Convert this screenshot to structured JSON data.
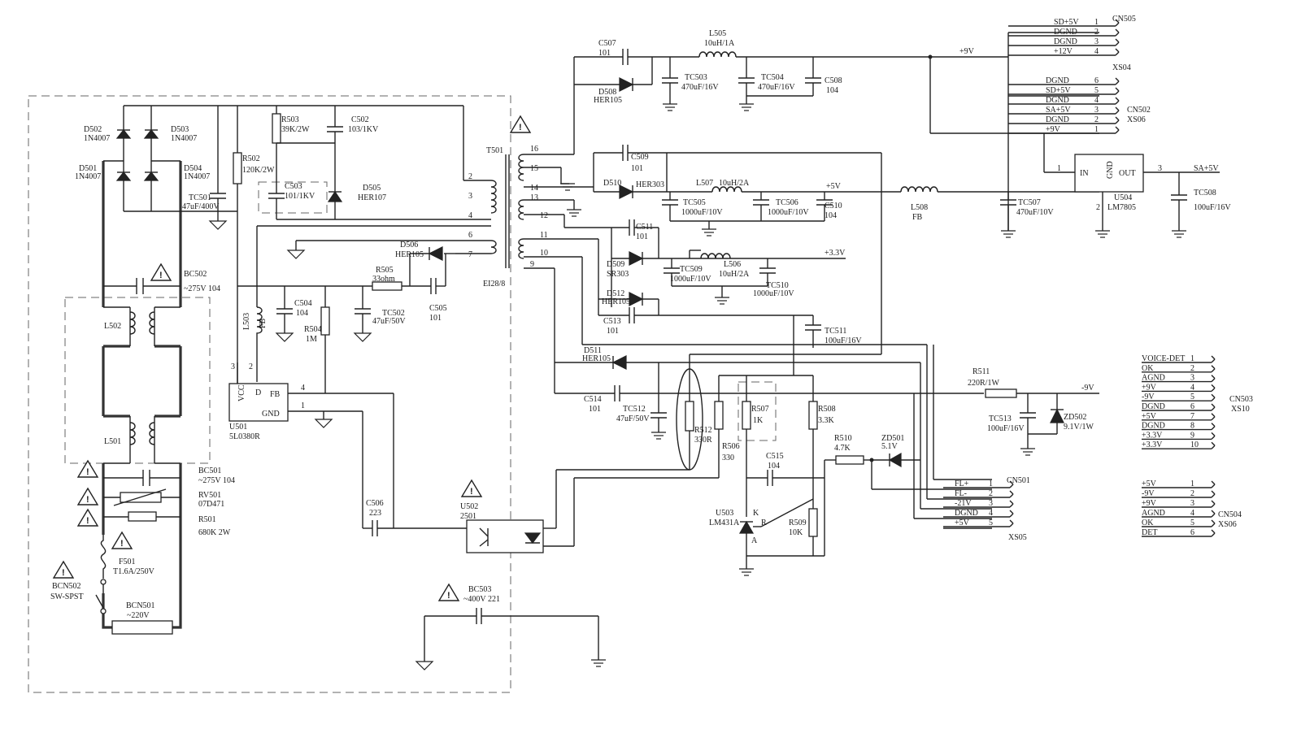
{
  "power_input": {
    "d501": "D501",
    "d501_part": "1N4007",
    "d502": "D502",
    "d502_part": "1N4007",
    "d503": "D503",
    "d503_part": "1N4007",
    "d504": "D504",
    "d504_part": "1N4007",
    "tc501": "TC501",
    "tc501_val": "47uF/400V",
    "bc502": "BC502",
    "bc502_val": "~275V 104",
    "l502": "L502",
    "l501": "L501",
    "bc501": "BC501",
    "bc501_val": "~275V 104",
    "rv501": "RV501",
    "rv501_val": "07D471",
    "r501": "R501",
    "r501_val": "680K 2W",
    "f501": "F501",
    "f501_val": "T1.6A/250V",
    "bcn502": "BCN502",
    "bcn502_val": "SW-SPST",
    "bcn501": "BCN501",
    "bcn501_val": "~220V"
  },
  "primary": {
    "r502": "R502",
    "r502_val": "120K/2W",
    "r503": "R503",
    "r503_val": "39K/2W",
    "c502": "C502",
    "c502_val": "103/1KV",
    "c503": "C503",
    "c503_val": "101/1KV",
    "d505": "D505",
    "d505_part": "HER107",
    "d506": "D506",
    "d506_part": "HER105",
    "r505": "R505",
    "r505_val": "33ohm",
    "c505": "C505",
    "c505_val": "101",
    "c504": "C504",
    "c504_val": "104",
    "r504": "R504",
    "r504_val": "1M",
    "tc502": "TC502",
    "tc502_val": "47uF/50V",
    "l503": "L503",
    "l503_val": "FB",
    "u501": "U501",
    "u501_part": "5L0380R",
    "u501_vcc": "VCC",
    "u501_d": "D",
    "u501_fb": "FB",
    "u501_gnd": "GND",
    "pin3": "3",
    "pin2": "2",
    "pin4": "4",
    "pin1": "1",
    "c506": "C506",
    "c506_val": "223",
    "u502": "U502",
    "u502_part": "2501",
    "bc503": "BC503",
    "bc503_val": "~400V 221"
  },
  "transformer": {
    "ref": "T501",
    "core": "EI28/8",
    "pins": [
      "2",
      "3",
      "4",
      "6",
      "7",
      "16",
      "15",
      "14",
      "13",
      "12",
      "11",
      "10",
      "9"
    ]
  },
  "secondary": {
    "c507": "C507",
    "c507_val": "101",
    "d508": "D508",
    "d508_part": "HER105",
    "l505": "L505",
    "l505_val": "10uH/1A",
    "tc503": "TC503",
    "tc503_val": "470uF/16V",
    "tc504": "TC504",
    "tc504_val": "470uF/16V",
    "c508": "C508",
    "c508_val": "104",
    "rail_9v": "+9V",
    "c509": "C509",
    "c509_val": "101",
    "d510": "D510",
    "d510_part": "HER303",
    "l507": "L507",
    "l507_val": "10uH/2A",
    "rail_5v": "+5V",
    "tc505": "TC505",
    "tc505_val": "1000uF/10V",
    "tc506": "TC506",
    "tc506_val": "1000uF/10V",
    "c510": "C510",
    "c510_val": "104",
    "l508": "L508",
    "l508_val": "FB",
    "tc507": "TC507",
    "tc507_val": "470uF/10V",
    "c511": "C511",
    "c511_val": "101",
    "d509": "D509",
    "d509_part": "SR303",
    "tc509": "TC509",
    "tc509_val": "1000uF/10V",
    "l506": "L506",
    "l506_val": "10uH/2A",
    "tc510": "TC510",
    "tc510_val": "1000uF/10V",
    "rail_33v": "+3.3V",
    "d512": "D512",
    "d512_part": "HER105",
    "c513": "C513",
    "c513_val": "101",
    "tc511": "TC511",
    "tc511_val": "100uF/16V",
    "d511": "D511",
    "d511_part": "HER105",
    "c514": "C514",
    "c514_val": "101",
    "tc512": "TC512",
    "tc512_val": "47uF/50V",
    "r512": "R512",
    "r512_val": "330R",
    "r506": "R506",
    "r506_val": "330",
    "r507": "R507",
    "r507_val": "1K",
    "r508": "R508",
    "r508_val": "3.3K",
    "c515": "C515",
    "c515_val": "104",
    "u503": "U503",
    "u503_part": "LM431A",
    "u503_k": "K",
    "u503_r": "R",
    "u503_a": "A",
    "r509": "R509",
    "r509_val": "10K",
    "r510": "R510",
    "r510_val": "4.7K",
    "zd501": "ZD501",
    "zd501_val": "5.1V",
    "r511": "R511",
    "r511_val": "220R/1W",
    "rail_n9v": "-9V",
    "tc513": "TC513",
    "tc513_val": "100uF/16V",
    "zd502": "ZD502",
    "zd502_val": "9.1V/1W",
    "u504": "U504",
    "u504_part": "LM7805",
    "u504_in": "IN",
    "u504_gnd": "GND",
    "u504_out": "OUT",
    "u504_pin1": "1",
    "u504_pin2": "2",
    "u504_pin3": "3",
    "rail_sa5v": "SA+5V",
    "tc508": "TC508",
    "tc508_val": "100uF/16V"
  },
  "connectors": {
    "cn505": {
      "ref": "CN505",
      "alt": "XS04",
      "pins": [
        {
          "label": "SD+5V",
          "num": "1"
        },
        {
          "label": "DGND",
          "num": "2"
        },
        {
          "label": "DGND",
          "num": "3"
        },
        {
          "label": "+12V",
          "num": "4"
        }
      ]
    },
    "cn502": {
      "ref": "CN502",
      "alt": "XS06",
      "pins": [
        {
          "label": "DGND",
          "num": "6"
        },
        {
          "label": "SD+5V",
          "num": "5"
        },
        {
          "label": "DGND",
          "num": "4"
        },
        {
          "label": "SA+5V",
          "num": "3"
        },
        {
          "label": "DGND",
          "num": "2"
        },
        {
          "label": "+9V",
          "num": "1"
        }
      ]
    },
    "cn503": {
      "ref": "CN503",
      "alt": "XS10",
      "pins": [
        {
          "label": "VOICE-DET",
          "num": "1"
        },
        {
          "label": "OK",
          "num": "2"
        },
        {
          "label": "AGND",
          "num": "3"
        },
        {
          "label": "+9V",
          "num": "4"
        },
        {
          "label": "-9V",
          "num": "5"
        },
        {
          "label": "DGND",
          "num": "6"
        },
        {
          "label": "+5V",
          "num": "7"
        },
        {
          "label": "DGND",
          "num": "8"
        },
        {
          "label": "+3.3V",
          "num": "9"
        },
        {
          "label": "+3.3V",
          "num": "10"
        }
      ]
    },
    "cn501": {
      "ref": "CN501",
      "alt": "XS05",
      "pins": [
        {
          "label": "FL+",
          "num": "1"
        },
        {
          "label": "FL-",
          "num": "2"
        },
        {
          "label": "-21V",
          "num": "3"
        },
        {
          "label": "DGND",
          "num": "4"
        },
        {
          "label": "+5V",
          "num": "5"
        }
      ]
    },
    "cn504": {
      "ref": "CN504",
      "alt": "XS06",
      "pins": [
        {
          "label": "+5V",
          "num": "1"
        },
        {
          "label": "-9V",
          "num": "2"
        },
        {
          "label": "+9V",
          "num": "3"
        },
        {
          "label": "AGND",
          "num": "4"
        },
        {
          "label": "OK",
          "num": "5"
        },
        {
          "label": "DET",
          "num": "6"
        }
      ]
    }
  },
  "warning_symbol": "!"
}
